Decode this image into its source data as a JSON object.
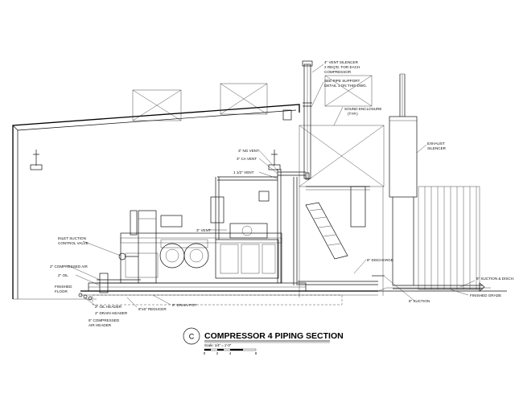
{
  "title": {
    "letter": "C",
    "text": "COMPRESSOR 4 PIPING SECTION",
    "scale": "Scale: 1/4\" = 1'-0\"",
    "scale_ticks": [
      "0",
      "2",
      "4",
      "8"
    ]
  },
  "labels": {
    "vent_silencer": [
      "4\" VENT SILENCER",
      "2 REQ'D. FOR EACH",
      "COMPRESSOR"
    ],
    "pipe_support": [
      "SEE PIPE SUPPORT",
      "DETAIL 1 ON THIS DWG."
    ],
    "sound_enclosure": [
      "SOUND ENCLOSURE",
      "(TYP.)"
    ],
    "exhaust_silencer": [
      "EXHAUST",
      "SILENCER"
    ],
    "ng_vent": "3\" NG VENT",
    "ca_vent": "3\" CA VENT",
    "vent_1_5": "1 1/2\" VENT",
    "vent_3": "3\" VENT",
    "inlet_suction": [
      "INLET SUCTION",
      "CONTROL VALVE"
    ],
    "compressed_air": "2\" COMPRESSED AIR",
    "oil": "2\" OIL",
    "finished_floor": [
      "FINISHED",
      "FLOOR"
    ],
    "oil_header": "2\" OIL HEADER",
    "drain_header": "2\" DRAIN HEADER",
    "air_header": [
      "6\" COMPRESSED",
      "AIR HEADER"
    ],
    "reducer": "8\"x6\" REDUCER",
    "drain_pot": "6\" DRAIN POT",
    "discharge": "8\" DISCHARGE",
    "suction": "8\" SUCTION",
    "suction_disch": "8\" SUCTION & DISCH.",
    "finished_grade": "FINISHED GRADE"
  }
}
